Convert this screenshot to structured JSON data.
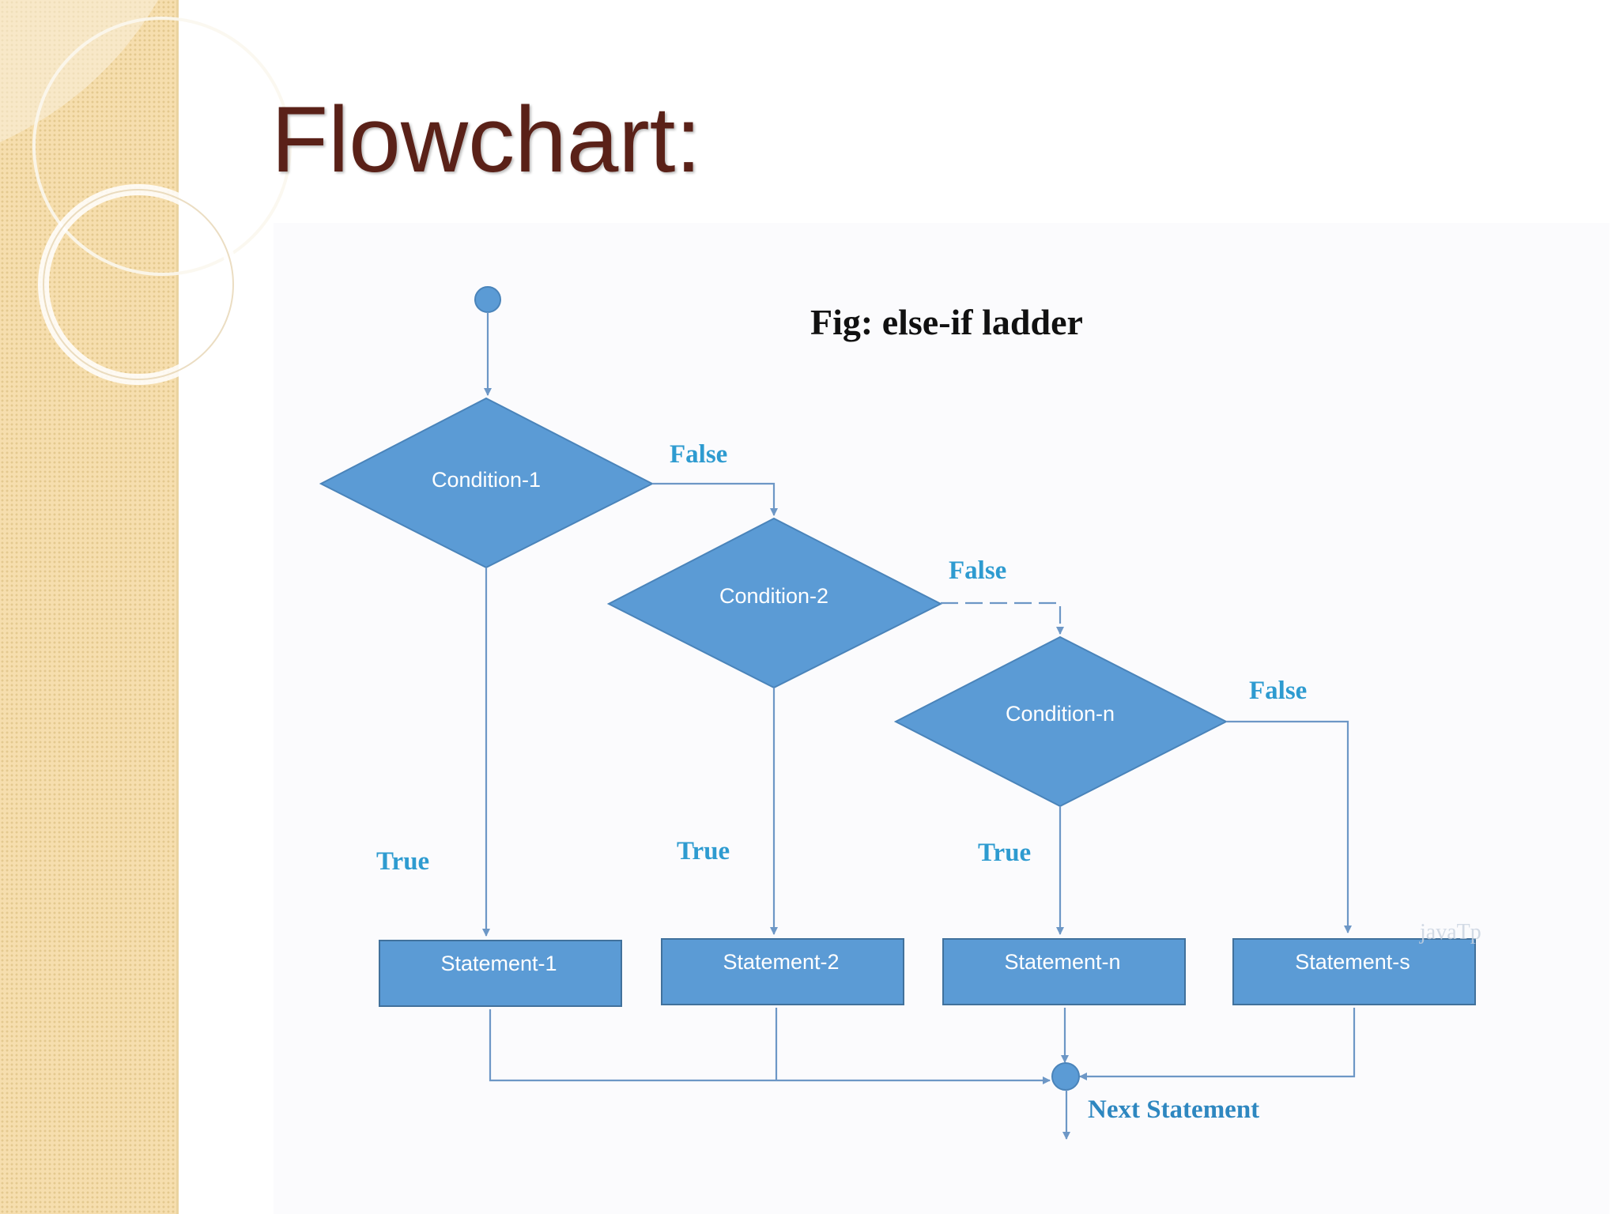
{
  "slide": {
    "title": "Flowchart:"
  },
  "diagram": {
    "caption": "Fig: else-if ladder",
    "conditions": [
      "Condition-1",
      "Condition-2",
      "Condition-n"
    ],
    "statements": [
      "Statement-1",
      "Statement-2",
      "Statement-n",
      "Statement-s"
    ],
    "false_label": "False",
    "true_label": "True",
    "end_label": "Next Statement",
    "watermark": "javaTp"
  },
  "colors": {
    "node_fill": "#5b9bd5",
    "connector": "#6d97c6",
    "label_blue": "#2e9bd0",
    "title_brown": "#5a2118",
    "side_band": "#f6deae"
  }
}
